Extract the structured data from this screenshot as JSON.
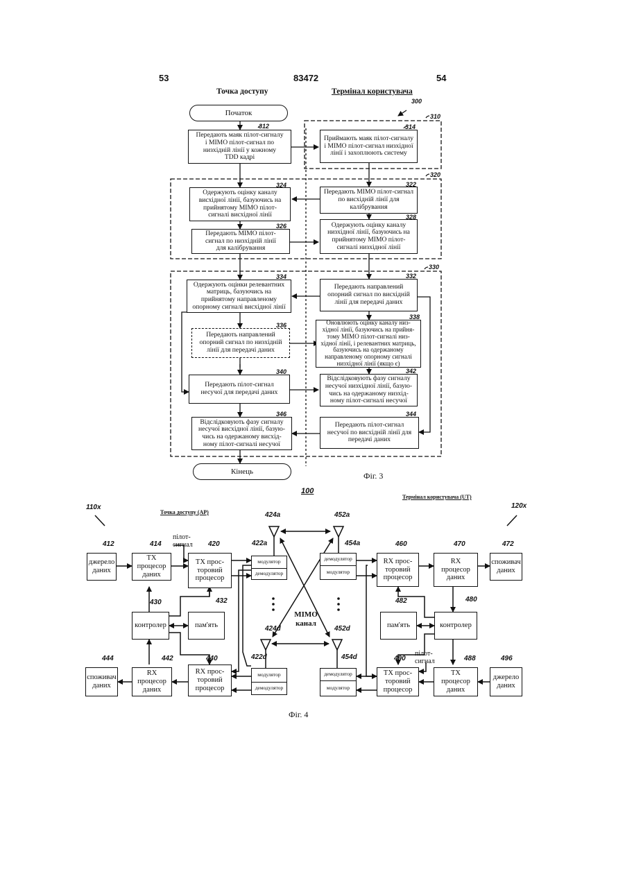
{
  "header": {
    "page_left": "53",
    "patent_number": "83472",
    "page_right": "54"
  },
  "fig3": {
    "col_access_point": "Точка доступу",
    "col_user_terminal": "Термінал користувача",
    "ref_300": "300",
    "start": "Початок",
    "end": "Кінець",
    "caption": "Фіг. 3",
    "groups": {
      "g310": "310",
      "g320": "320",
      "g330": "330"
    },
    "boxes": {
      "b312": {
        "ref": "312",
        "text": "Передають маяк пілот-сигналу\nі MIMO пілот-сигнал по\nнизхідній лінії у кожному\nTDD кадрі"
      },
      "b314": {
        "ref": "314",
        "text": "Приймають маяк пілот-сигналу\nі MIMO пілот-сигнал низхідної\nлінії і захоплюють систему"
      },
      "b322": {
        "ref": "322",
        "text": "Передають MIMO пілот-сигнал\nпо висхідній лінії для\nкалібрування"
      },
      "b324": {
        "ref": "324",
        "text": "Одержують оцінку каналу\nвисхідної лінії, базуючись на\nприйнятому MIMO пілот-\nсигналі висхідної лінії"
      },
      "b326": {
        "ref": "326",
        "text": "Передають MIMO пілот-\nсигнал по низхідній лінії\nдля калібрування"
      },
      "b328": {
        "ref": "328",
        "text": "Одержують оцінку каналу\nнизхідної лінії, базуючись на\nприйнятому MIMO пілот-\nсигналі низхідної лінії"
      },
      "b332": {
        "ref": "332",
        "text": "Передають направлений\nопорний сигнал по висхідній\nлінії для передачі даних"
      },
      "b334": {
        "ref": "334",
        "text": "Одержують оцінки релевантних\nматриць, базуючись на\nприйнятому направленому\nопорному сигналі висхідної лінії"
      },
      "b336": {
        "ref": "336",
        "text": "Передають направлений\nопорний сигнал по низхідній\nлінії для передачі даних"
      },
      "b338": {
        "ref": "338",
        "text": "Оновлюють оцінку каналу низ-\nхідної лінії, базуючись на прийня-\nтому MIMO пілот-сигналі низ-\nхідної лінії, і релевантних матриць,\nбазуючись на одержаному\nнаправленому опорному сигналі\nнизхідної лінії (якщо є)"
      },
      "b340": {
        "ref": "340",
        "text": "Передають пілот-сигнал\nнесучої для передачі даних"
      },
      "b342": {
        "ref": "342",
        "text": "Відслідковують фазу сигналу\nнесучої низхідної лінії, базую-\nчись на одержаному низхід-\nному пілот-сигналі несучої"
      },
      "b344": {
        "ref": "344",
        "text": "Передають пілот-сигнал\nнесучої по висхідній лінії для\nпередачі даних"
      },
      "b346": {
        "ref": "346",
        "text": "Відслідковують фазу сигналу\nнесучої висхідної лінії, базую-\nчись на одержаному висхід-\nному пілот-сигналі несучої"
      }
    }
  },
  "fig4": {
    "ref_100": "100",
    "ap_label": "Точка доступу (AP)",
    "ut_label": "Термінал користувача (UT)",
    "ref_110x": "110x",
    "ref_120x": "120x",
    "mimo_channel": "MIMO\nканал",
    "caption": "Фіг. 4",
    "pilot_left": "пілот-\nсигнал",
    "pilot_right": "пілот-\nсигнал",
    "boxes": {
      "b412": {
        "ref": "412",
        "text": "джерело\nданих"
      },
      "b414": {
        "ref": "414",
        "text": "TX\nпроцесор\nданих"
      },
      "b420": {
        "ref": "420",
        "text": "TX прос-\nторовий\nпроцесор"
      },
      "b430": {
        "ref": "430",
        "text": "контролер"
      },
      "b432": {
        "ref": "432",
        "text": "пам'ять"
      },
      "b444": {
        "ref": "444",
        "text": "споживач\nданих"
      },
      "b442": {
        "ref": "442",
        "text": "RX\nпроцесор\nданих"
      },
      "b440": {
        "ref": "440",
        "text": "RX прос-\nторовий\nпроцесор"
      },
      "b460": {
        "ref": "460",
        "text": "RX прос-\nторовий\nпроцесор"
      },
      "b470": {
        "ref": "470",
        "text": "RX\nпроцесор\nданих"
      },
      "b472": {
        "ref": "472",
        "text": "споживач\nданих"
      },
      "b480": {
        "ref": "480",
        "text": "контролер"
      },
      "b482": {
        "ref": "482",
        "text": "пам'ять"
      },
      "b490": {
        "ref": "490",
        "text": "TX прос-\nторовий\nпроцесор"
      },
      "b488": {
        "ref": "488",
        "text": "TX\nпроцесор\nданих"
      },
      "b496": {
        "ref": "496",
        "text": "джерело\nданих"
      }
    },
    "units": {
      "u422a": {
        "ref": "422a",
        "top": "модулятор",
        "bottom": "демодулятор"
      },
      "u422d": {
        "ref": "422d",
        "top": "модулятор",
        "bottom": "демодулятор"
      },
      "u454a": {
        "ref": "454a",
        "top": "демодулятор",
        "bottom": "модулятор"
      },
      "u454d": {
        "ref": "454d",
        "top": "демодулятор",
        "bottom": "модулятор"
      }
    },
    "antennas": {
      "a424a": "424a",
      "a424d": "424d",
      "a452a": "452a",
      "a452d": "452d"
    }
  }
}
